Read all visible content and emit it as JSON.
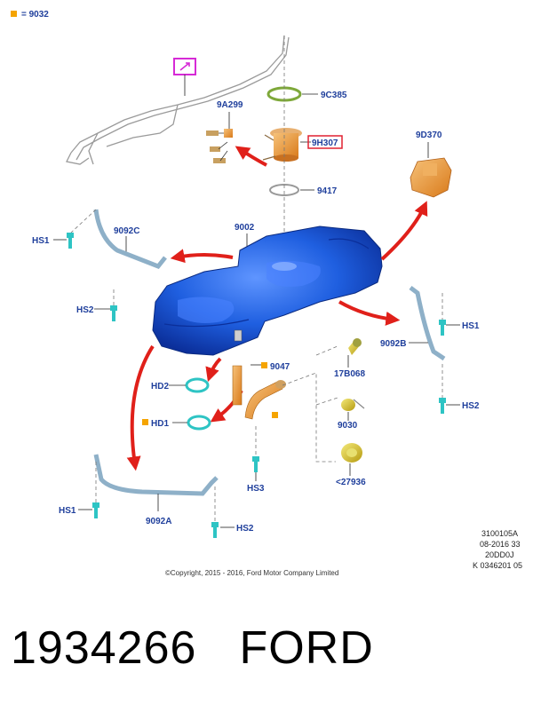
{
  "legend": {
    "label": "= 9032",
    "color": "#f5a400"
  },
  "parts": {
    "p9C385": "9C385",
    "p9A299": "9A299",
    "p9H307": "9H307",
    "p9D370": "9D370",
    "p9417": "9417",
    "p9002": "9002",
    "p9092C": "9092C",
    "hs1_left": "HS1",
    "hs2_left": "HS2",
    "p9047": "9047",
    "hd2": "HD2",
    "hd1": "HD1",
    "p17B068": "17B068",
    "p9030": "9030",
    "p27936": "<27936",
    "hs3": "HS3",
    "p9092B": "9092B",
    "hs1_right": "HS1",
    "hs2_right": "HS2",
    "hs1_bottom": "HS1",
    "p9092A": "9092A",
    "hs2_bottom": "HS2"
  },
  "revision": {
    "line1": "3100105A",
    "line2": "08-2016 33",
    "line3": "20DD0J",
    "line4": "K 0346201 05"
  },
  "copyright": "©Copyright, 2015 - 2016, Ford Motor Company Limited",
  "footer": {
    "part_number": "1934266",
    "brand": "FORD"
  },
  "colors": {
    "label_blue": "#1f3f9c",
    "tank_blue": "#1f5fe0",
    "arrow_red": "#e0201a",
    "highlight_magenta": "#d62ad6",
    "highlight_red": "#e02030",
    "bolt_teal": "#2ec4c4",
    "pump_orange": "#e8902a",
    "sensor_yellow": "#d8c020"
  }
}
